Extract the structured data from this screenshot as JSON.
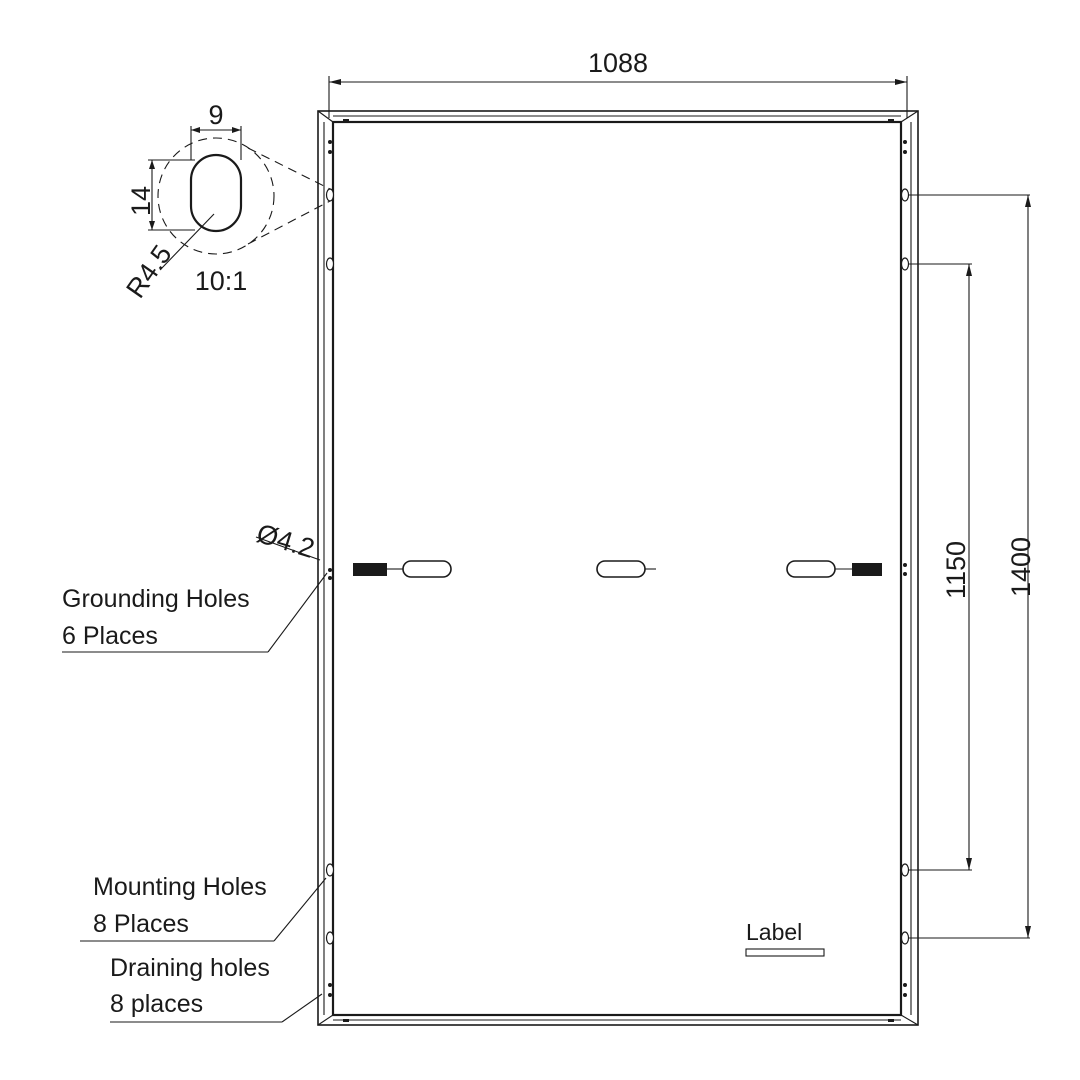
{
  "dimensions": {
    "width": "1088",
    "height_outer": "1400",
    "height_inner": "1150",
    "slot_width": "9",
    "slot_height": "14",
    "slot_radius": "R4.5",
    "detail_scale": "10:1",
    "hole_diameter": "Ø4.2"
  },
  "callouts": {
    "grounding_line1": "Grounding Holes",
    "grounding_line2": "6 Places",
    "mounting_line1": "Mounting Holes",
    "mounting_line2": "8 Places",
    "draining_line1": "Draining holes",
    "draining_line2": "8 places",
    "label": "Label"
  }
}
